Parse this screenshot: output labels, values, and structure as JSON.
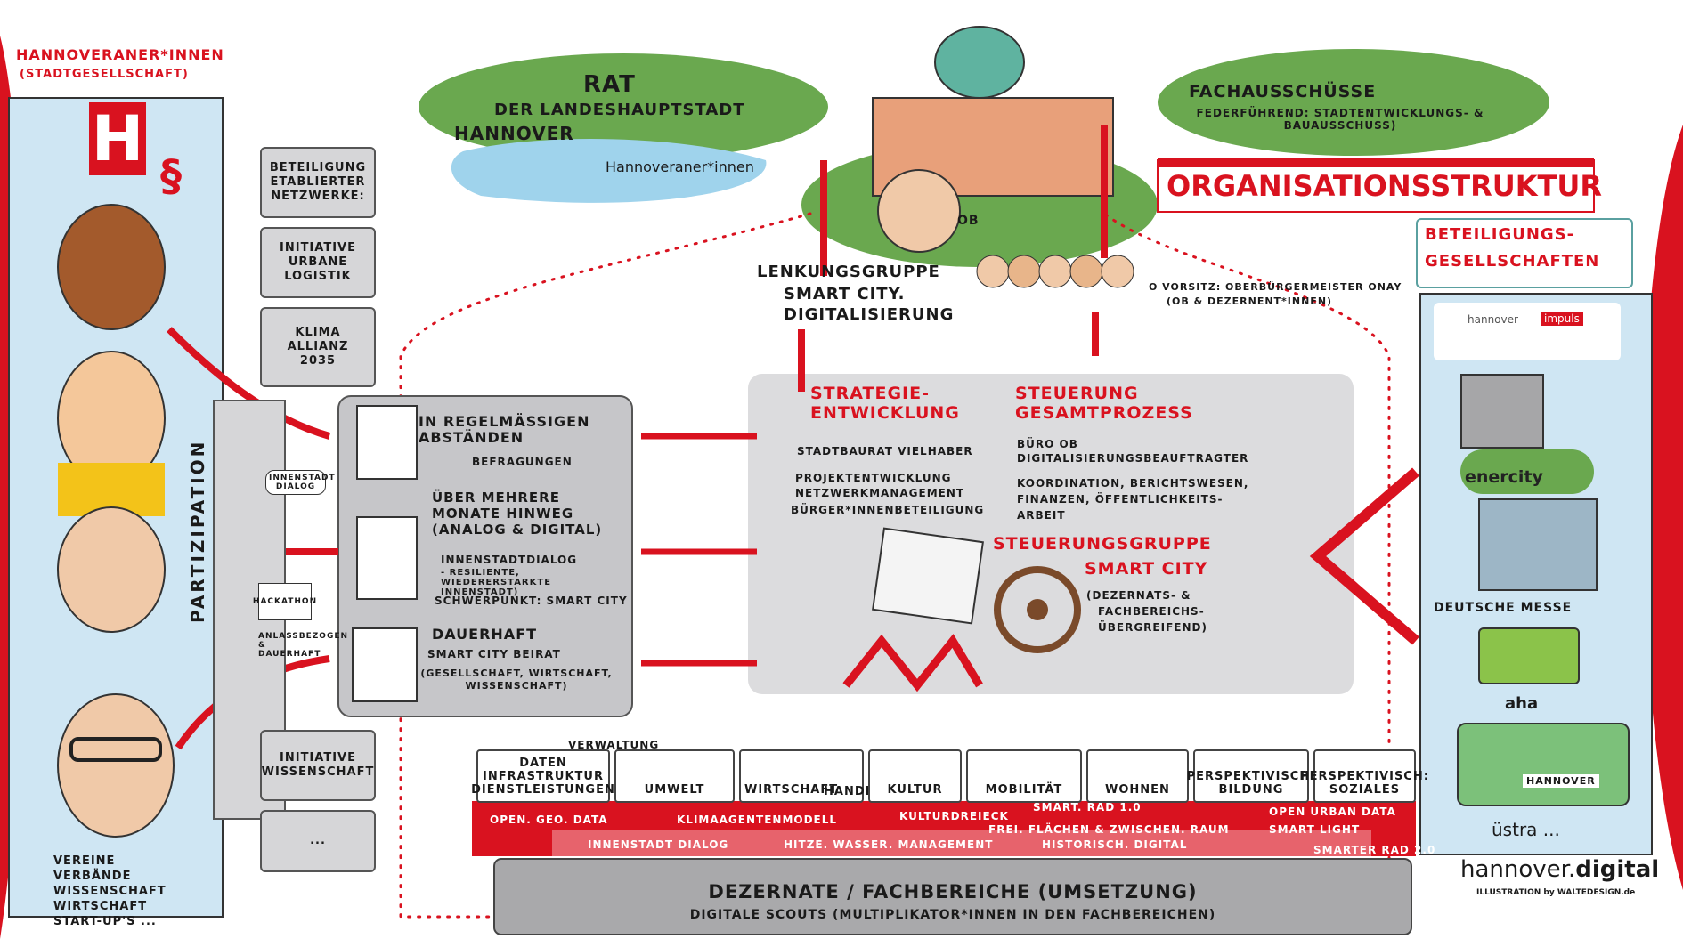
{
  "left": {
    "title": "HANNOVERANER*INNEN",
    "subtitle": "(STADTGESELLSCHAFT)",
    "logo_letter": "H",
    "paragraph": "§",
    "groups": [
      "VEREINE",
      "VERBÄNDE",
      "WISSENSCHAFT",
      "WIRTSCHAFT",
      "START-UP's ..."
    ]
  },
  "column": {
    "puzzle": [
      "BETEILIGUNG ETABLIERTER NETZWERKE:",
      "INITIATIVE URBANE LOGISTIK",
      "KLIMA ALLIANZ 2035",
      "INITIATIVE WISSENSCHAFT",
      "..."
    ],
    "partizipation": "PARTIZIPATION",
    "innenstadt_bubble": "INNENSTADT DIALOG",
    "hackathon": "HACKATHON",
    "anlass": "ANLASSBEZOGEN & DAUERHAFT"
  },
  "formats": {
    "f1_title": "IN REGELMÄSSIGEN ABSTÄNDEN",
    "f1_sub": "BEFRAGUNGEN",
    "f2_title": "ÜBER MEHRERE MONATE HINWEG (ANALOG & DIGITAL)",
    "f2_l1": "INNENSTADTDIALOG",
    "f2_l2": "- RESILIENTE, WIEDERERSTARKTE INNENSTADT)",
    "f2_l3": "SCHWERPUNKT: SMART CITY",
    "f3_title": "DAUERHAFT",
    "f3_l1": "SMART CITY BEIRAT",
    "f3_l2": "(GESELLSCHAFT, WIRTSCHAFT, WISSENSCHAFT)"
  },
  "top": {
    "rat": "RAT",
    "rat_sub1": "der LANDESHAUPTSTADT",
    "rat_sub2": "HANNOVER",
    "lake": "Hannoveraner*innen",
    "fach_title": "FACHAUSSCHÜSSE",
    "fach_sub": "FEDERFÜHREND: STADTENTWICKLUNGS- & BAUAUSSCHUSS)",
    "org": "ORGANISATIONSSTRUKTUR",
    "ob": "OB",
    "lenkung1": "LENKUNGSGRUPPE",
    "lenkung2": "SMART CITY.",
    "lenkung3": "DIGITALISIERUNG",
    "vorsitz1": "o VORSITZ: OBERBÜRGERMEISTER ONAY",
    "vorsitz2": "(OB & DEZERNENT*INNEN)"
  },
  "center": {
    "strat_title": "STRATEGIE-ENTWICKLUNG",
    "strat_1": "STADTBAURAT VIELHABER",
    "strat_2": "PROJEKTENTWICKLUNG",
    "strat_3": "NETZWERKMANAGEMENT",
    "strat_4": "BÜRGER*INNENBETEILIGUNG",
    "steu_title": "STEUERUNG GESAMTPROZESS",
    "steu_1": "BÜRO OB",
    "steu_2": "DIGITALISIERUNGSBEAUFTRAGTER",
    "steu_3": "KOORDINATION, BERICHTSWESEN,",
    "steu_4": "FINANZEN, ÖFFENTLICHKEITS-",
    "steu_5": "ARBEIT",
    "sg_title1": "STEUERUNGSGRUPPE",
    "sg_title2": "SMART CITY",
    "sg_1": "(DEZERNATS- &",
    "sg_2": "FACHBEREICHS-",
    "sg_3": "ÜBERGREIFEND)"
  },
  "right": {
    "title1": "BETEILIGUNGS-",
    "title2": "GESELLSCHAFTEN",
    "impuls_a": "hannover",
    "impuls_b": "impuls",
    "enercity": "enercity",
    "messe": "DEUTSCHE MESSE",
    "aha": "aha",
    "bus": "HANNOVER",
    "ustra": "üstra ..."
  },
  "categories": [
    "DATEN INFRASTRUKTUR DIENSTLEISTUNGEN",
    "VERWALTUNG",
    "UMWELT",
    "WIRTSCHAFT",
    "HANDEL",
    "KULTUR",
    "MOBILITÄT",
    "WOHNEN",
    "PERSPEKTIVISCH: BILDUNG",
    "PERSPEKTIVISCH: SOZIALES"
  ],
  "strip": {
    "r1": [
      "OPEN. GEO. DATA",
      "KLIMAAGENTENMODELL",
      "KULTURDREIECK",
      "SMART. RAD 1.0",
      "OPEN URBAN DATA"
    ],
    "r2": [
      "FREI. FLÄCHEN & ZWISCHEN. RAUM",
      "SMART LIGHT"
    ],
    "r3": [
      "INNENSTADT DIALOG",
      "HITZE. WASSER. MANAGEMENT",
      "HISTORISCH. DIGITAL",
      "SMARTER RAD 2.0"
    ]
  },
  "bottom": {
    "title": "DEZERNATE / FACHBEREICHE (UMSETZUNG)",
    "sub": "DIGITALE SCOUTS (MULTIPLIKATOR*INNEN in den FACHBEREICHEN)"
  },
  "brand": {
    "a": "hannover.",
    "b": "digital",
    "credit": "ILLUSTRATION by WALTEDESIGN.de"
  },
  "colors": {
    "accent": "#d9121f",
    "sky": "#cfe6f3",
    "green": "#6aa84f",
    "gray": "#d0d0d2"
  }
}
